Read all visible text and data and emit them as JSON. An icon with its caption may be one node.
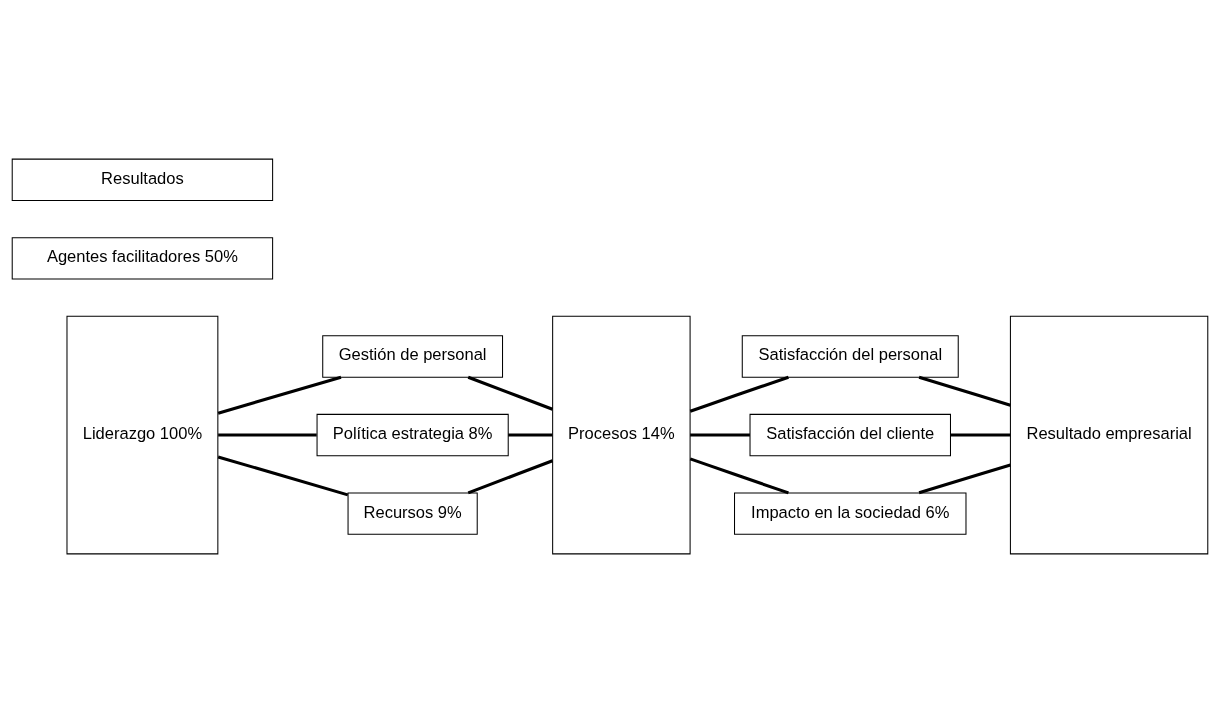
{
  "diagram": {
    "nodes": [
      {
        "text": [
          "Liderazgo 100%"
        ]
      },
      {
        "text": [
          "Gestión de personal"
        ]
      },
      {
        "text": [
          "Política estrategia 8%"
        ]
      },
      {
        "text": [
          "Recursos 9%"
        ]
      },
      {
        "text": [
          "Procesos 14%"
        ]
      },
      {
        "text": [
          "Satisfacción del personal"
        ]
      },
      {
        "text": [
          "Satisfacción del cliente"
        ]
      },
      {
        "text": [
          "Impacto en la sociedad 6%"
        ]
      },
      {
        "text": [
          "Resultado empresarial"
        ]
      },
      {
        "text": [
          "Agentes facilitadores 50%"
        ]
      },
      {
        "text": [
          "Resultados"
        ]
      }
    ],
    "edges": [
      {
        "from": 0,
        "to": 1,
        "arrow": "none"
      },
      {
        "from": 0,
        "to": 2,
        "arrow": "none"
      },
      {
        "from": 0,
        "to": 3,
        "arrow": "none"
      },
      {
        "from": 1,
        "to": 4,
        "arrow": "none"
      },
      {
        "from": 2,
        "to": 4,
        "arrow": "none"
      },
      {
        "from": 3,
        "to": 4,
        "arrow": "none"
      },
      {
        "from": 4,
        "to": 5,
        "arrow": "none"
      },
      {
        "from": 4,
        "to": 6,
        "arrow": "none"
      },
      {
        "from": 4,
        "to": 7,
        "arrow": "none"
      },
      {
        "from": 5,
        "to": 8,
        "arrow": "none"
      },
      {
        "from": 6,
        "to": 8,
        "arrow": "none"
      },
      {
        "from": 7,
        "to": 8,
        "arrow": "none"
      }
    ]
  }
}
